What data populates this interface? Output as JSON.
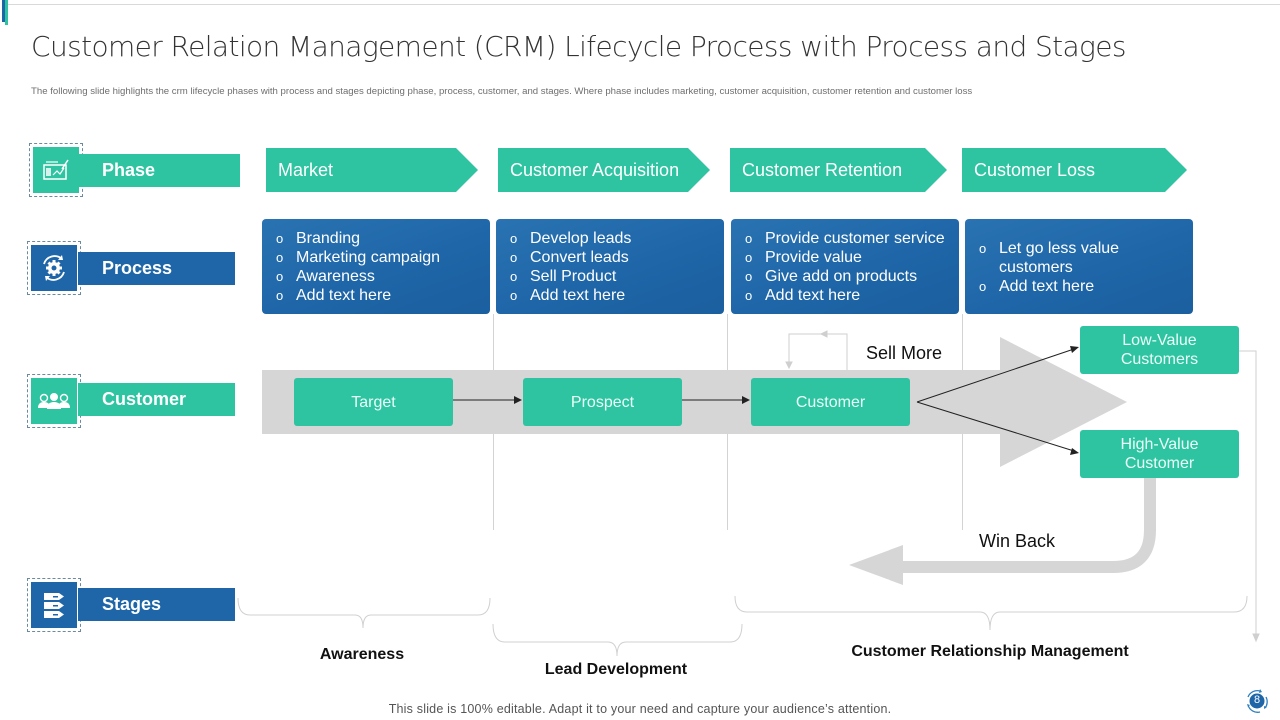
{
  "slide": {
    "title": "Customer Relation Management (CRM) Lifecycle Process with Process and Stages",
    "subtitle": "The following slide highlights the crm lifecycle phases with process and stages depicting phase, process, customer, and stages. Where phase includes marketing,  customer acquisition, customer retention and customer loss",
    "footer": "This slide is 100% editable. Adapt it to your need and capture your audience’s attention.",
    "page_number": "8"
  },
  "rows": [
    {
      "label": "Phase",
      "icon": "presentation-board-icon",
      "color": "#2ec4a1"
    },
    {
      "label": "Process",
      "icon": "gear-cycle-icon",
      "color": "#1e66a8"
    },
    {
      "label": "Customer",
      "icon": "people-group-icon",
      "color": "#2ec4a1"
    },
    {
      "label": "Stages",
      "icon": "stacked-tags-icon",
      "color": "#1e66a8"
    }
  ],
  "phases": [
    {
      "label": "Market",
      "process": [
        "Branding",
        "Marketing campaign",
        "Awareness",
        "Add text here"
      ]
    },
    {
      "label": "Customer  Acquisition",
      "process": [
        "Develop leads",
        "Convert leads",
        "Sell Product",
        "Add text here"
      ]
    },
    {
      "label": "Customer Retention",
      "process": [
        "Provide customer  service",
        "Provide value",
        "Give add on products",
        "Add text here"
      ]
    },
    {
      "label": "Customer Loss",
      "process": [
        "Let go less value customers",
        "Add text here"
      ]
    }
  ],
  "customer_flow": {
    "nodes": [
      "Target",
      "Prospect",
      "Customer"
    ],
    "outcomes": [
      "Low-Value Customers",
      "High-Value Customer"
    ],
    "sell_more_label": "Sell More",
    "win_back_label": "Win Back"
  },
  "stages": [
    "Awareness",
    "Lead Development",
    "Customer Relationship Management"
  ],
  "colors": {
    "teal": "#2ec4a1",
    "blue": "#1e66a8",
    "gray_arrow": "#d6d6d6",
    "divider": "#d0d0d0"
  }
}
